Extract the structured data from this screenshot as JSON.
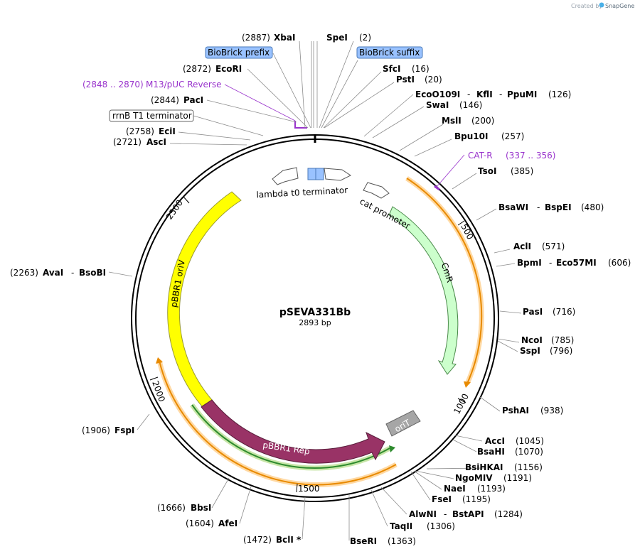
{
  "credit": {
    "created_by": "Created by",
    "brand": "SnapGene"
  },
  "plasmid": {
    "name": "pSEVA331Bb",
    "size": "2893 bp"
  },
  "ticks": [
    "500",
    "1000",
    "1500",
    "2000",
    "2500"
  ],
  "features": {
    "lambda": "lambda t0 terminator",
    "cat_promoter": "cat promoter",
    "cmr": "CmR",
    "oriv": "pBBR1 oriV",
    "rep": "pBBR1 Rep",
    "orit": "oriT"
  },
  "boxed": {
    "prefix": "BioBrick prefix",
    "suffix": "BioBrick suffix",
    "rrnb": "rrnB T1 terminator"
  },
  "primers": {
    "m13_pos": "(2848 .. 2870)",
    "m13_name": "M13/pUC Reverse",
    "catr_name": "CAT-R",
    "catr_pos": "(337 .. 356)"
  },
  "sites": {
    "xbai": {
      "n": "XbaI",
      "p": "(2887)"
    },
    "spei": {
      "n": "SpeI",
      "p": "(2)"
    },
    "ecori": {
      "n": "EcoRI",
      "p": "(2872)"
    },
    "sfci": {
      "n": "SfcI",
      "p": "(16)"
    },
    "psti": {
      "n": "PstI",
      "p": "(20)"
    },
    "ecoo109i": {
      "n": "EcoO109I",
      "p": ""
    },
    "kfli": {
      "n": "KflI",
      "p": ""
    },
    "ppumi": {
      "n": "PpuMI",
      "p": "(126)"
    },
    "pacI": {
      "n": "PacI",
      "p": "(2844)"
    },
    "swai": {
      "n": "SwaI",
      "p": "(146)"
    },
    "msli": {
      "n": "MslI",
      "p": "(200)"
    },
    "ecii": {
      "n": "EciI",
      "p": "(2758)"
    },
    "asci": {
      "n": "AscI",
      "p": "(2721)"
    },
    "bpu10i": {
      "n": "Bpu10I",
      "p": "(257)"
    },
    "tsoi": {
      "n": "TsoI",
      "p": "(385)"
    },
    "bsawi": {
      "n": "BsaWI",
      "p": ""
    },
    "bspei": {
      "n": "BspEI",
      "p": "(480)"
    },
    "acli": {
      "n": "AclI",
      "p": "(571)"
    },
    "bpmi": {
      "n": "BpmI",
      "p": ""
    },
    "eco57mi": {
      "n": "Eco57MI",
      "p": "(606)"
    },
    "avai": {
      "n": "AvaI",
      "p": "(2263)"
    },
    "bsobi": {
      "n": "BsoBI",
      "p": ""
    },
    "pasi": {
      "n": "PasI",
      "p": "(716)"
    },
    "ncoi": {
      "n": "NcoI",
      "p": "(785)"
    },
    "sspi": {
      "n": "SspI",
      "p": "(796)"
    },
    "pshai": {
      "n": "PshAI",
      "p": "(938)"
    },
    "fspi": {
      "n": "FspI",
      "p": "(1906)"
    },
    "acci": {
      "n": "AccI",
      "p": "(1045)"
    },
    "bsahi": {
      "n": "BsaHI",
      "p": "(1070)"
    },
    "bsihkai": {
      "n": "BsiHKAI",
      "p": "(1156)"
    },
    "ngomiv": {
      "n": "NgoMIV",
      "p": "(1191)"
    },
    "naei": {
      "n": "NaeI",
      "p": "(1193)"
    },
    "fsei": {
      "n": "FseI",
      "p": "(1195)"
    },
    "bbsi": {
      "n": "BbsI",
      "p": "(1666)"
    },
    "afei": {
      "n": "AfeI",
      "p": "(1604)"
    },
    "alwni": {
      "n": "AlwNI",
      "p": ""
    },
    "bstapi": {
      "n": "BstAPI",
      "p": "(1284)"
    },
    "taqii": {
      "n": "TaqII",
      "p": "(1306)"
    },
    "bcli": {
      "n": "BclI *",
      "p": "(1472)"
    },
    "bseri": {
      "n": "BseRI",
      "p": "(1363)"
    }
  },
  "colors": {
    "backbone": "#000000",
    "cmr": "#ccffcc",
    "oriv": "#ffff00",
    "rep": "#993366",
    "orit": "#a6a6a6",
    "biobrick": "#99c2ff",
    "primer": "#9933cc",
    "orf": "#ff9900",
    "orf_green": "#33aa33"
  }
}
